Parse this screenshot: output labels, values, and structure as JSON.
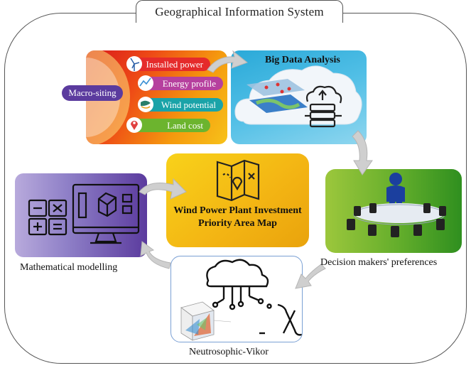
{
  "title": "Geographical Information System",
  "macro_siting": {
    "label": "Macro-siting",
    "items": [
      {
        "label": "Installed power",
        "color": "#e52b2b",
        "icon": "wind-turbine-icon"
      },
      {
        "label": "Energy profile",
        "color": "#b6409e",
        "icon": "energy-graph-icon"
      },
      {
        "label": "Wind potential",
        "color": "#1aa3a8",
        "icon": "wind-map-icon"
      },
      {
        "label": "Land cost",
        "color": "#6cb42e",
        "icon": "location-pin-icon"
      }
    ]
  },
  "big_data": {
    "label": "Big Data Analysis"
  },
  "center": {
    "line1": "Wind Power Plant Investment",
    "line2": "Priority Area Map"
  },
  "decision": {
    "label": "Decision makers' preferences"
  },
  "neutrosophic": {
    "label": "Neutrosophic-Vikor"
  },
  "math": {
    "label": "Mathematical modelling"
  },
  "colors": {
    "frame": "#555555",
    "arrow": "#c8c8c8",
    "math_purple": "#5b3b9e",
    "center_yellow": "#f3b413",
    "decision_green": "#62ad2b",
    "bigdata_blue": "#2aa9d8"
  }
}
